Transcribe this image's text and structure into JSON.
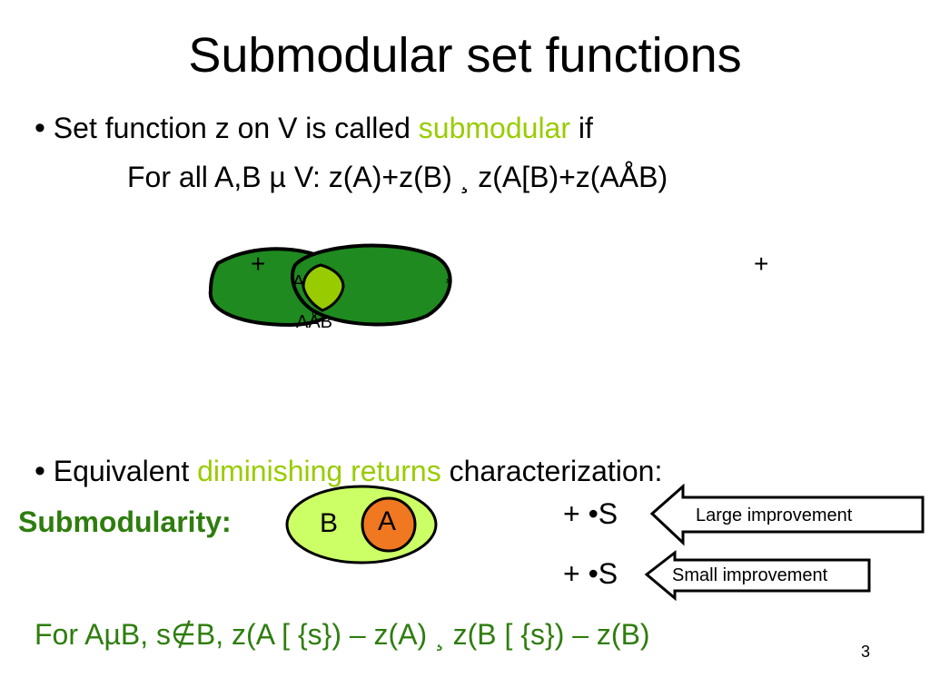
{
  "title": "Submodular set functions",
  "bullet1": {
    "prefix": "Set function z on V is called ",
    "highlight": "submodular",
    "suffix": " if"
  },
  "inequality": "For all A,B µ V: z(A)+z(B) ¸ z(A[B)+z(AÅB)",
  "venn": {
    "plus1": "+",
    "plus2": "+",
    "label_a": "A",
    "label_ab": "AÅB",
    "tick": "¸"
  },
  "bullet2": {
    "prefix": "Equivalent ",
    "highlight": "diminishing returns",
    "suffix": " characterization:"
  },
  "submodularity_label": "Submodularity:",
  "sets": {
    "b": "B",
    "a": "A"
  },
  "plus_s_1": "+ •S",
  "plus_s_2": "+ •S",
  "large_callout": "Large improvement",
  "small_callout": "Small improvement",
  "formula": "For AµB, s∉B, z(A [ {s}) – z(A) ¸ z(B [ {s}) – z(B)",
  "page_number": "3",
  "colors": {
    "dark_green": "#2e7d0e",
    "light_green": "#99cc00",
    "venn_fill": "#1f8a1f",
    "set_b_fill": "#ccff66",
    "set_a_fill": "#f07820"
  }
}
